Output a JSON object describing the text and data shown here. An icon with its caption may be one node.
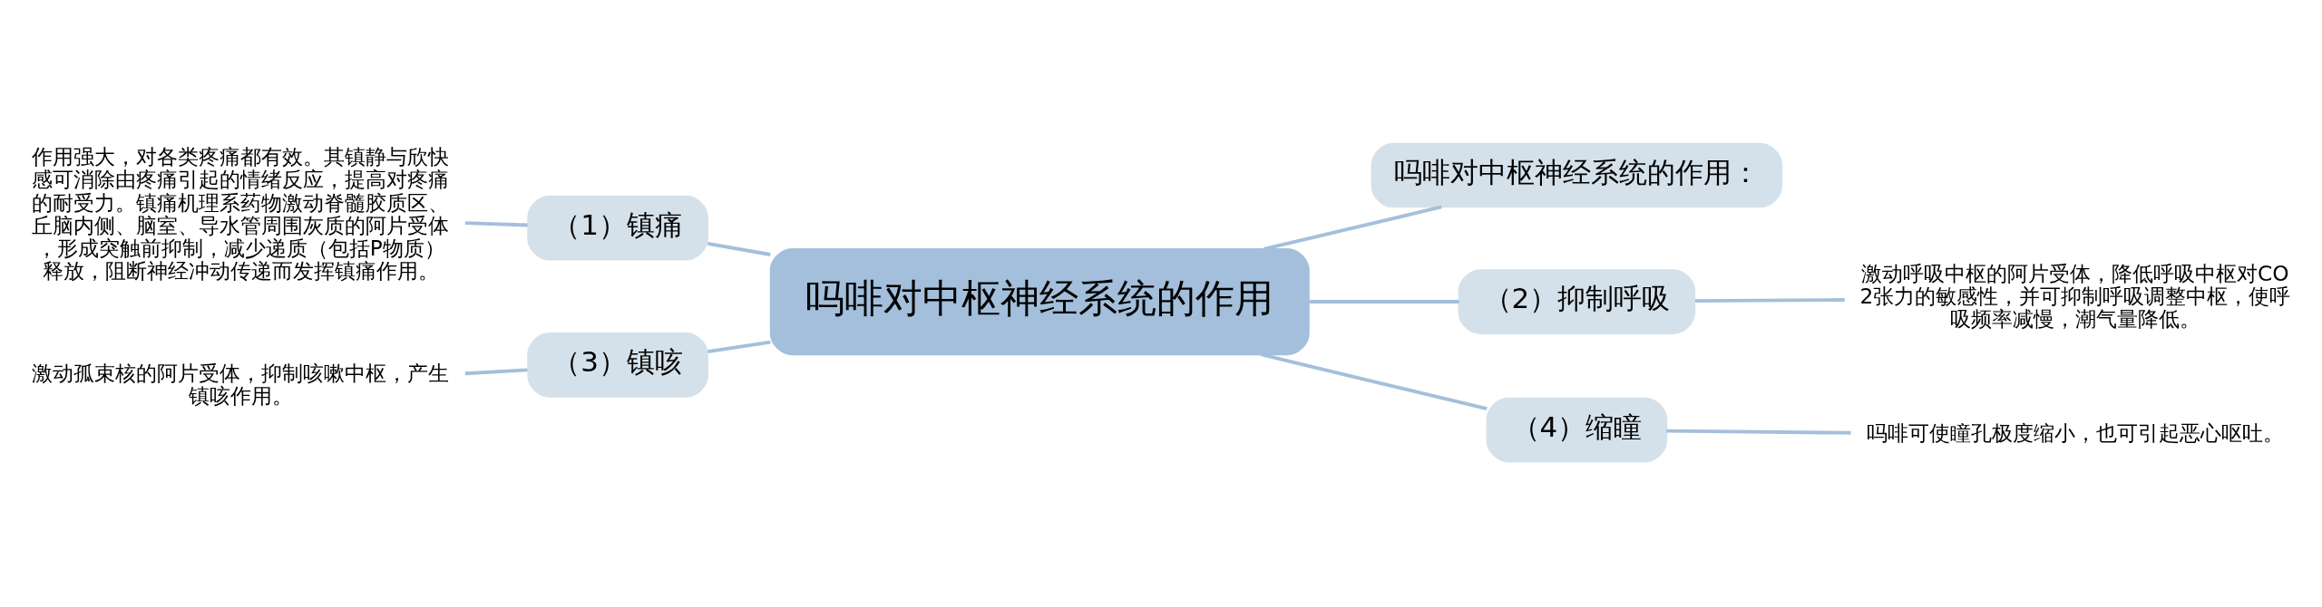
{
  "diagram": {
    "nodes": [
      {
        "text": [
          "吗啡对中枢神经系统的作用"
        ]
      },
      {
        "text": [
          "（1）镇痛"
        ]
      },
      {
        "text": [
          "作用强大，对各类疼痛都有效。其镇静与欣快感可消除由疼痛引起的情绪反应，提高对疼痛的耐受力。镇痛机理系药物激动脊髓胶质区、丘脑内侧、脑室、导水管周围灰质的阿片受体，形成突触前抑制，减少递质（包括P物质）释放，阻断神经冲动传递而发挥镇痛作用。"
        ]
      },
      {
        "text": [
          "（3）镇咳"
        ]
      },
      {
        "text": [
          "激动孤束核的阿片受体，抑制咳嗽中枢，产生镇咳作用。"
        ]
      },
      {
        "text": [
          "吗啡对中枢神经系统的作用："
        ]
      },
      {
        "text": [
          "（2）抑制呼吸"
        ]
      },
      {
        "text": [
          "激动呼吸中枢的阿片受体，降低呼吸中枢对CO2张力的敏感性，并可抑制呼吸调整中枢，使呼吸频率减慢，潮气量降低。"
        ]
      },
      {
        "text": [
          "（4）缩瞳"
        ]
      },
      {
        "text": [
          "吗啡可使瞳孔极度缩小，也可引起恶心呕吐。"
        ]
      }
    ],
    "edges": [
      {
        "from": 0,
        "to": 1,
        "arrow": "none"
      },
      {
        "from": 1,
        "to": 2,
        "arrow": "none"
      },
      {
        "from": 0,
        "to": 3,
        "arrow": "none"
      },
      {
        "from": 3,
        "to": 4,
        "arrow": "none"
      },
      {
        "from": 0,
        "to": 5,
        "arrow": "none"
      },
      {
        "from": 0,
        "to": 6,
        "arrow": "none"
      },
      {
        "from": 6,
        "to": 7,
        "arrow": "none"
      },
      {
        "from": 0,
        "to": 8,
        "arrow": "none"
      },
      {
        "from": 8,
        "to": 9,
        "arrow": "none"
      }
    ]
  }
}
